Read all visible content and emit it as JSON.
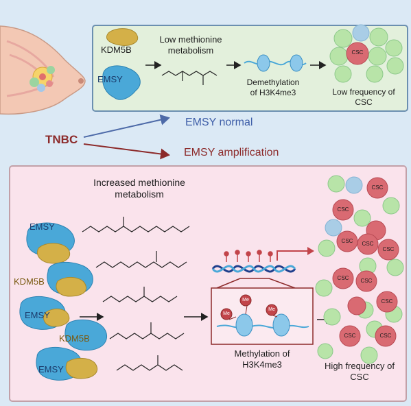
{
  "normal_panel": {
    "protein_a": "KDM5B",
    "protein_b": "EMSY",
    "step1": "Low methionine metabolism",
    "step1_line1": "Low methionine",
    "step1_line2": "metabolism",
    "step2_line1": "Demethylation",
    "step2_line2": "of H3K4me3",
    "step3_line1": "Low frequency of",
    "step3_line2": "CSC",
    "csc_label": "CSC"
  },
  "branch": {
    "source": "TNBC",
    "normal": "EMSY normal",
    "amplified": "EMSY amplification"
  },
  "amp_panel": {
    "title_line1": "Increased methionine",
    "title_line2": "metabolism",
    "proteins": [
      "EMSY",
      "KDM5B",
      "EMSY",
      "KDM5B",
      "EMSY"
    ],
    "methyl_badge": "Me",
    "step2_line1": "Methylation of",
    "step2_line2": "H3K4me3",
    "step3_line1": "High frequency of",
    "step3_line2": "CSC",
    "csc_label": "CSC"
  },
  "colors": {
    "emsy_blue": "#4aa8d8",
    "kdm5b_gold": "#d4b048",
    "normal_arrow": "#4d6aa8",
    "amp_arrow": "#8c2a2a",
    "csc_red": "#d96a72",
    "normal_cell_green": "#b8e4a8"
  }
}
